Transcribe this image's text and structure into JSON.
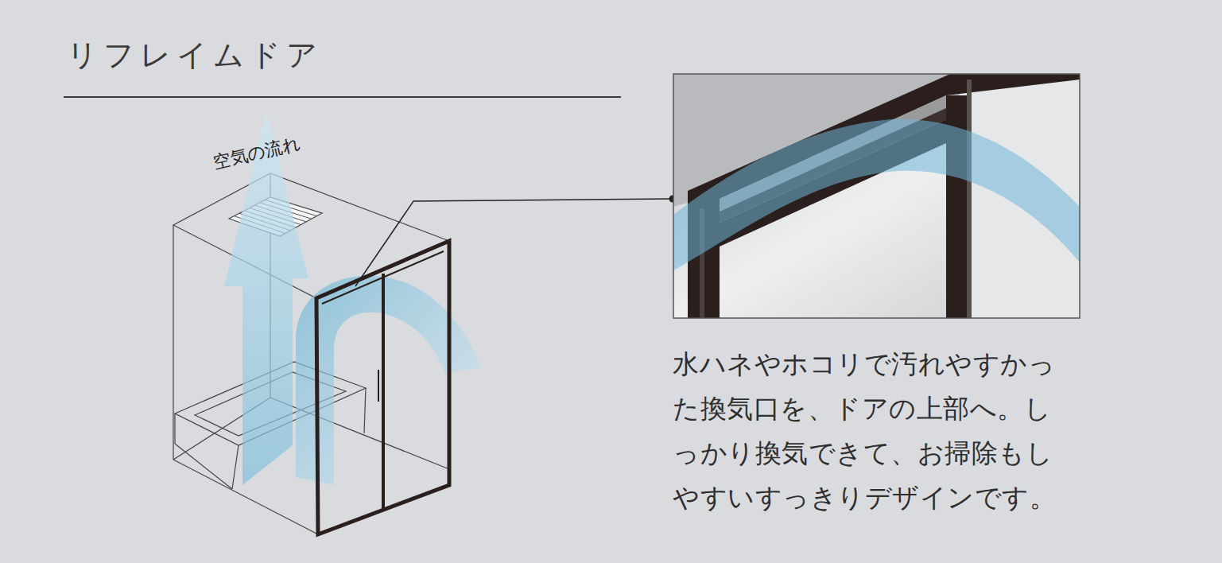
{
  "diagram": {
    "title": "リフレイムドア",
    "labels": [
      "空気の流れ",
      "水ハネやホコリで汚れやすかった換気口を、ドアの上部へ。しっかり換気できて、お掃除もしやすいすっきりデザインです。"
    ]
  }
}
